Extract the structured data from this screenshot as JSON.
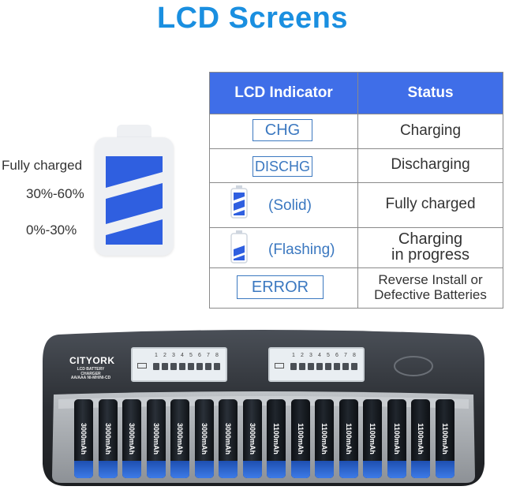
{
  "title": "LCD Screens",
  "legend": {
    "levels": [
      "Fully charged",
      "30%-60%",
      "0%-30%"
    ]
  },
  "table": {
    "headers": [
      "LCD Indicator",
      "Status"
    ],
    "rows": [
      {
        "indicator": "CHG",
        "status": [
          "Charging"
        ]
      },
      {
        "indicator": "DISCHG",
        "status": [
          "Discharging"
        ]
      },
      {
        "indicator": "(Solid)",
        "indicator_icon": "battery-full-icon",
        "status": [
          "Fully charged"
        ]
      },
      {
        "indicator": "(Flashing)",
        "indicator_icon": "battery-charging-icon",
        "status": [
          "Charging",
          "in progress"
        ]
      },
      {
        "indicator": "ERROR",
        "status": [
          "Reverse Install or",
          "Defective Batteries"
        ]
      }
    ]
  },
  "charger": {
    "brand": "CITYORK",
    "brand_subtitle": [
      "LCD BATTERY",
      "CHARGER",
      "AA/AAA NI-MH/NI-CD"
    ],
    "lcd_slots": [
      "1",
      "2",
      "3",
      "4",
      "5",
      "6",
      "7",
      "8"
    ],
    "batteries": [
      {
        "label": "3000mAh",
        "type": "AA"
      },
      {
        "label": "3000mAh",
        "type": "AA"
      },
      {
        "label": "3000mAh",
        "type": "AA"
      },
      {
        "label": "3000mAh",
        "type": "AA"
      },
      {
        "label": "3000mAh",
        "type": "AA"
      },
      {
        "label": "3000mAh",
        "type": "AA"
      },
      {
        "label": "3000mAh",
        "type": "AA"
      },
      {
        "label": "3000mAh",
        "type": "AA"
      },
      {
        "label": "1100mAh",
        "type": "AAA"
      },
      {
        "label": "1100mAh",
        "type": "AAA"
      },
      {
        "label": "1100mAh",
        "type": "AAA"
      },
      {
        "label": "1100mAh",
        "type": "AAA"
      },
      {
        "label": "1100mAh",
        "type": "AAA"
      },
      {
        "label": "1100mAh",
        "type": "AAA"
      },
      {
        "label": "1100mAh",
        "type": "AAA"
      },
      {
        "label": "1100mAh",
        "type": "AAA"
      }
    ]
  },
  "colors": {
    "title": "#1a8fe0",
    "header_bg": "#3f6ee8",
    "indicator": "#3b78c0",
    "battery_fill": "#2f5fe0"
  }
}
